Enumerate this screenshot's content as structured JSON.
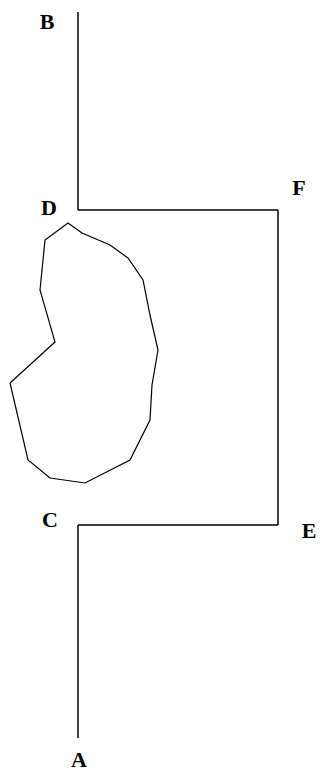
{
  "diagram": {
    "labels": [
      "B",
      "D",
      "F",
      "C",
      "E",
      "A"
    ]
  }
}
